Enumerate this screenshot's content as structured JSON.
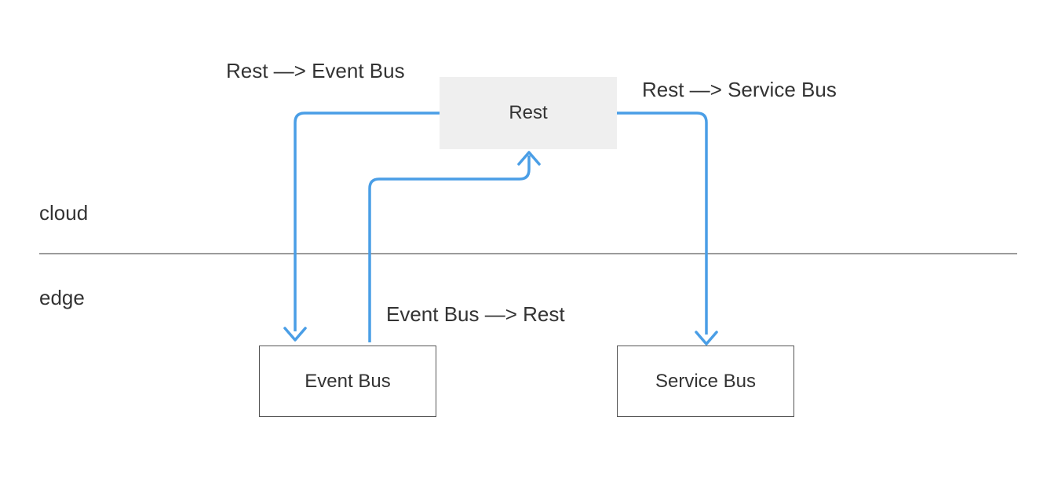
{
  "zones": {
    "cloud": "cloud",
    "edge": "edge"
  },
  "nodes": {
    "rest": "Rest",
    "event_bus": "Event Bus",
    "service_bus": "Service Bus"
  },
  "edges": {
    "rest_to_event_bus": "Rest —> Event Bus",
    "rest_to_service_bus": "Rest —> Service Bus",
    "event_bus_to_rest": "Event Bus —> Rest"
  },
  "colors": {
    "arrow": "#4a9ee6",
    "divider": "#7a7a7a",
    "cloud_node_fill": "#efefef",
    "edge_node_border": "#555555",
    "text": "#333333"
  }
}
